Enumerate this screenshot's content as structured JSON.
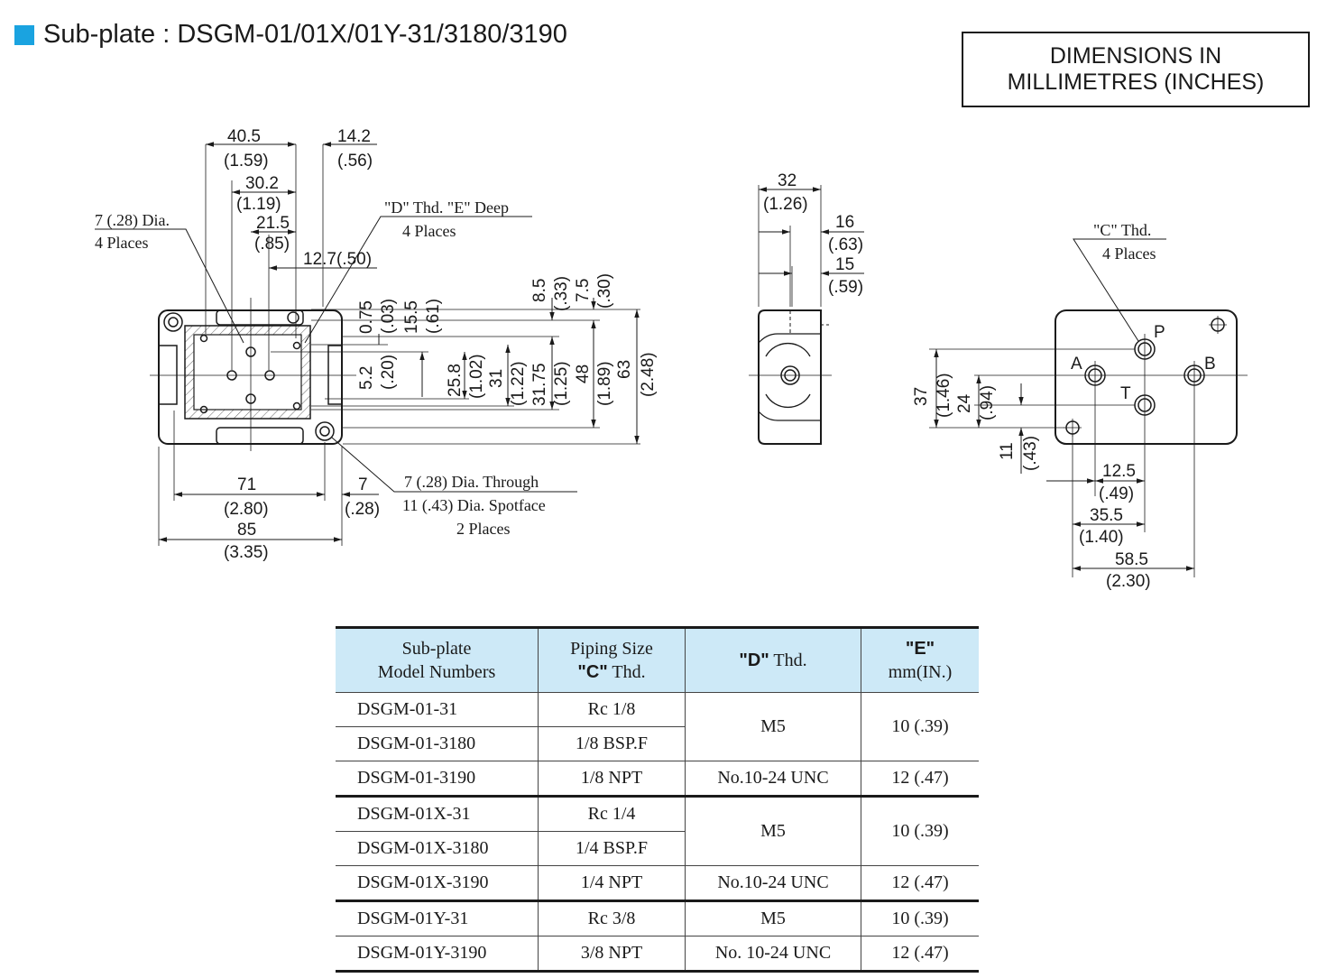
{
  "title": "Sub-plate : DSGM-01/01X/01Y-31/3180/3190",
  "colors": {
    "accent": "#1aa3e0",
    "header_bg": "#cde9f7"
  },
  "dim_note": {
    "line1": "DIMENSIONS IN",
    "line2": "MILLIMETRES (INCHES)"
  },
  "front_view": {
    "d40_5": "40.5",
    "d1_59": "(1.59)",
    "d14_2": "14.2",
    "d_56": "(.56)",
    "d30_2": "30.2",
    "d1_19": "(1.19)",
    "d21_5": "21.5",
    "d_85": "(.85)",
    "d12_7": "12.7(.50)",
    "hole_note1": "7 (.28) Dia.",
    "hole_note2": "4 Places",
    "thd_note1": "\"D\" Thd. \"E\" Deep",
    "thd_note2": "4 Places",
    "d0_75": "0.75",
    "d_03": "(.03)",
    "d15_5": "15.5",
    "d_61": "(.61)",
    "d8_5": "8.5",
    "d_33": "(.33)",
    "d7_5": "7.5",
    "d_30": "(.30)",
    "d5_2": "5.2",
    "d_20": "(.20)",
    "d25_8": "25.8",
    "d1_02": "(1.02)",
    "d31": "31",
    "d1_22": "(1.22)",
    "d31_75": "31.75",
    "d1_25": "(1.25)",
    "d48": "48",
    "d1_89": "(1.89)",
    "d63": "63",
    "d2_48": "(2.48)",
    "d71": "71",
    "d2_80": "(2.80)",
    "d7": "7",
    "d_28": "(.28)",
    "d85": "85",
    "d3_35": "(3.35)",
    "through1": "7 (.28) Dia. Through",
    "through2": "11 (.43) Dia. Spotface",
    "through3": "2 Places"
  },
  "side_view": {
    "d32": "32",
    "d1_26": "(1.26)",
    "d16": "16",
    "d_63": "(.63)",
    "d15": "15",
    "d_59": "(.59)"
  },
  "bottom_view": {
    "c_note1": "\"C\" Thd.",
    "c_note2": "4 Places",
    "p": "P",
    "a": "A",
    "b": "B",
    "t": "T",
    "d37": "37",
    "d1_46": "(1.46)",
    "d24": "24",
    "d_94": "(.94)",
    "d11": "11",
    "d_43": "(.43)",
    "d12_5": "12.5",
    "d_49": "(.49)",
    "d35_5": "35.5",
    "d1_40": "(1.40)",
    "d58_5": "58.5",
    "d2_30": "(2.30)"
  },
  "table": {
    "headers": {
      "h1a": "Sub-plate",
      "h1b": "Model Numbers",
      "h2a": "Piping Size",
      "h2b_bold": "\"C\"",
      "h2b": " Thd.",
      "h3_bold": "\"D\"",
      "h3": " Thd.",
      "h4_bold": "\"E\"",
      "h4": "mm(IN.)"
    },
    "rows": [
      {
        "model": "DSGM-01-31",
        "pipe": "Rc 1/8",
        "d": "M5",
        "e": "10 (.39)"
      },
      {
        "model": "DSGM-01-3180",
        "pipe": "1/8 BSP.F"
      },
      {
        "model": "DSGM-01-3190",
        "pipe": "1/8 NPT",
        "d": "No.10-24 UNC",
        "e": "12 (.47)"
      },
      {
        "model": "DSGM-01X-31",
        "pipe": "Rc 1/4",
        "d": "M5",
        "e": "10 (.39)"
      },
      {
        "model": "DSGM-01X-3180",
        "pipe": "1/4 BSP.F"
      },
      {
        "model": "DSGM-01X-3190",
        "pipe": "1/4 NPT",
        "d": "No.10-24 UNC",
        "e": "12 (.47)"
      },
      {
        "model": "DSGM-01Y-31",
        "pipe": "Rc 3/8",
        "d": "M5",
        "e": "10 (.39)"
      },
      {
        "model": "DSGM-01Y-3190",
        "pipe": "3/8 NPT",
        "d": "No. 10-24 UNC",
        "e": "12 (.47)"
      }
    ]
  }
}
